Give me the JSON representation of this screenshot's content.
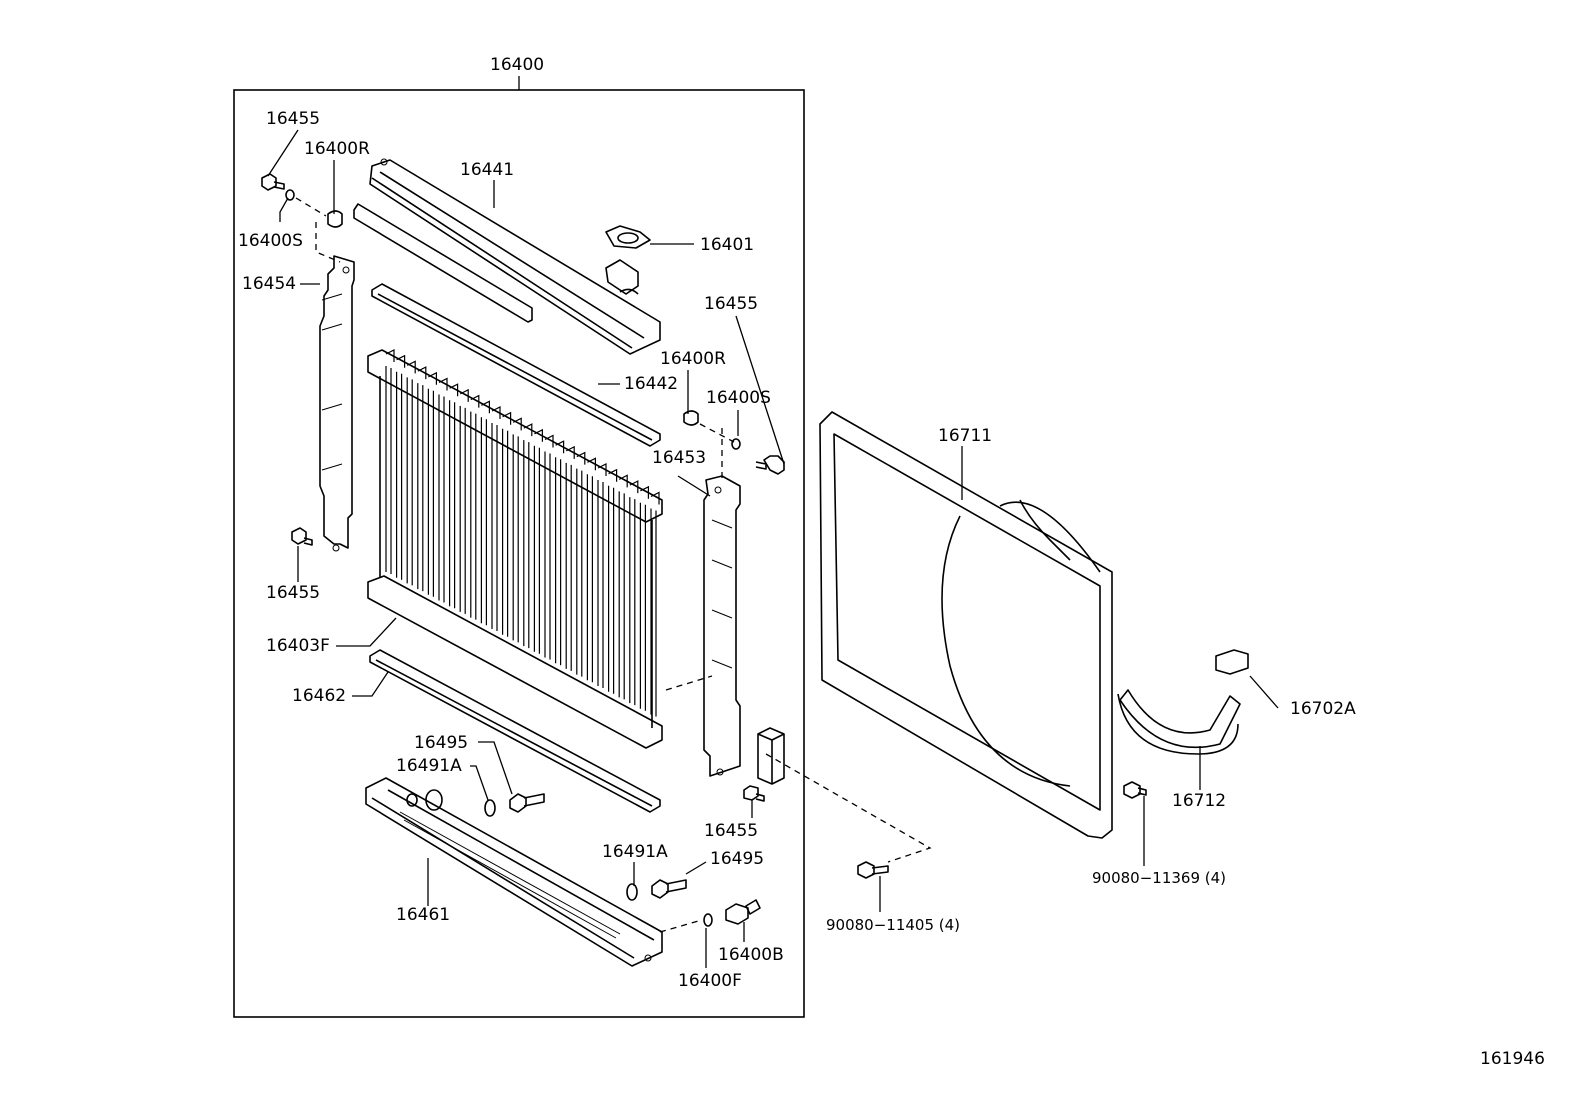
{
  "diagram_id": "161946",
  "assembly": {
    "label": "16400"
  },
  "labels": {
    "p16455_a": "16455",
    "p16400R_a": "16400R",
    "p16400S_a": "16400S",
    "p16454": "16454",
    "p16455_b": "16455",
    "p16441": "16441",
    "p16401": "16401",
    "p16442": "16442",
    "p16455_c": "16455",
    "p16400R_b": "16400R",
    "p16400S_b": "16400S",
    "p16453": "16453",
    "p16403F": "16403F",
    "p16462": "16462",
    "p16495_a": "16495",
    "p16491A_a": "16491A",
    "p16455_d": "16455",
    "p16491A_b": "16491A",
    "p16495_b": "16495",
    "p16461": "16461",
    "p16400B": "16400B",
    "p16400F": "16400F",
    "p16711": "16711",
    "p16702A": "16702A",
    "p16712": "16712",
    "p90080_11369": "90080−11369 (4)",
    "p90080_11405": "90080−11405 (4)"
  }
}
